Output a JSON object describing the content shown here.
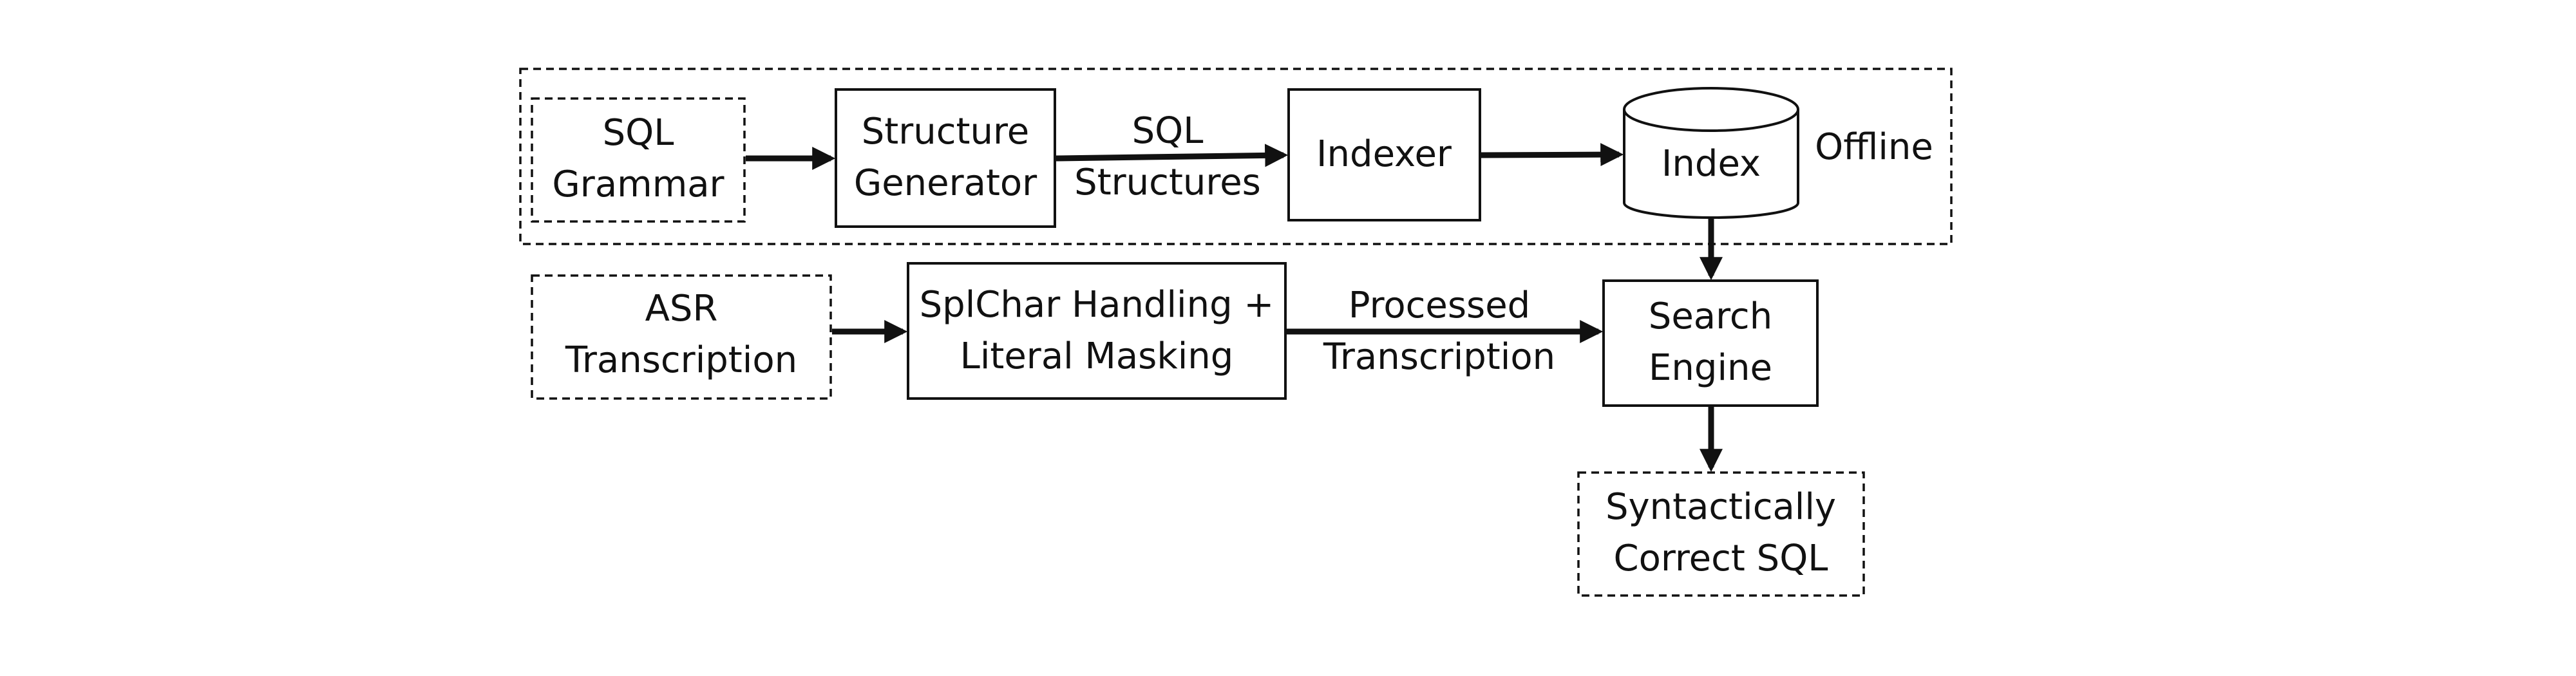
{
  "nodes": {
    "sql_grammar": {
      "line1": "SQL",
      "line2": "Grammar"
    },
    "structure_generator": {
      "line1": "Structure",
      "line2": "Generator"
    },
    "indexer": {
      "label": "Indexer"
    },
    "index": {
      "label": "Index"
    },
    "asr_transcription": {
      "line1": "ASR",
      "line2": "Transcription"
    },
    "splchar_handling": {
      "line1": "SplChar Handling +",
      "line2": "Literal Masking"
    },
    "search_engine": {
      "line1": "Search",
      "line2": "Engine"
    },
    "syntactically_correct_sql": {
      "line1": "Syntactically",
      "line2": "Correct SQL"
    }
  },
  "edges": {
    "sql_structures": {
      "line1": "SQL",
      "line2": "Structures"
    },
    "processed_transcription": {
      "line1": "Processed",
      "line2": "Transcription"
    }
  },
  "groups": {
    "offline": {
      "label": "Offline"
    }
  }
}
